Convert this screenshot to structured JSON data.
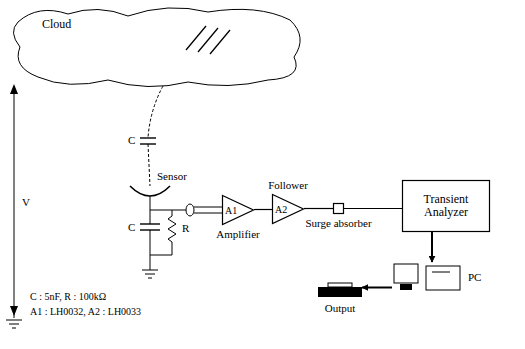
{
  "diagram": {
    "nodes": [
      {
        "text": [
          "Cloud"
        ]
      },
      {
        "text": [
          "A1",
          "Amplifier"
        ]
      },
      {
        "text": [
          "Follower",
          "A2"
        ]
      },
      {
        "text": [
          "Surge absorber"
        ]
      },
      {
        "text": [
          "Transient Analyzer"
        ]
      },
      {
        "text": [
          "PC"
        ]
      },
      {
        "text": [
          "Output"
        ]
      }
    ],
    "edges": [
      {
        "from": 1,
        "to": 2,
        "arrow": "none"
      },
      {
        "from": 2,
        "to": 3,
        "arrow": "none"
      },
      {
        "from": 3,
        "to": 4,
        "arrow": "none"
      },
      {
        "from": 4,
        "to": 5,
        "arrow": "to"
      },
      {
        "from": 5,
        "to": 6,
        "arrow": "to"
      }
    ],
    "labels": [
      "V",
      "C",
      "Sensor",
      "C",
      "R",
      "C : 5nF, R : 100kΩ",
      "A1 : LH0032, A2 : LH0033"
    ]
  }
}
